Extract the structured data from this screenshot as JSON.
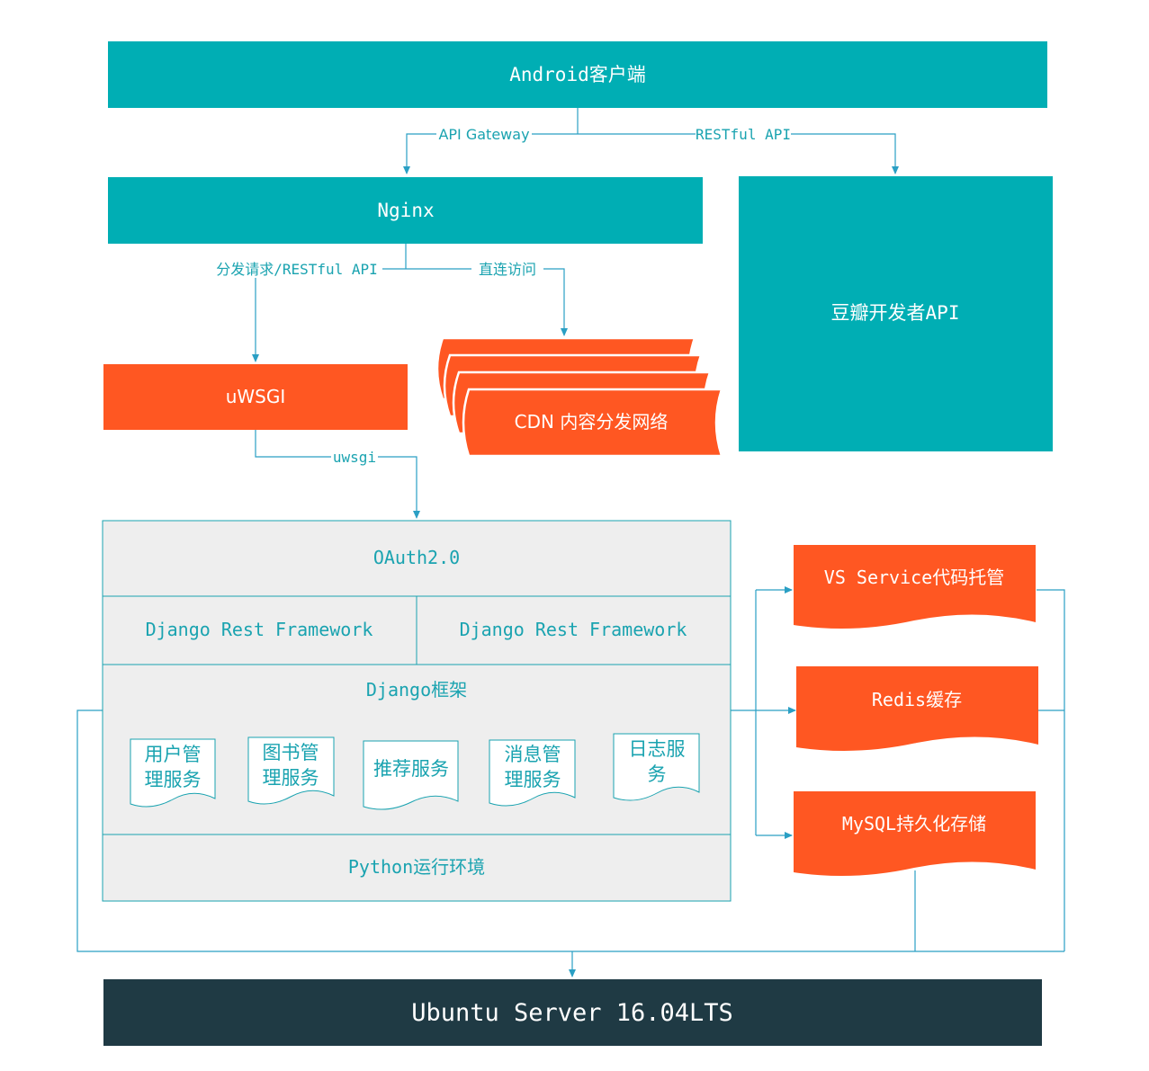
{
  "colors": {
    "teal": "#00aeb4",
    "orange": "#ff5722",
    "panel": "#eeeeee",
    "dark": "#1f3a44",
    "line": "#2a9fc4",
    "teal_text": "#1aa3b0"
  },
  "nodes": {
    "android": "Android客户端",
    "nginx": "Nginx",
    "douban": "豆瓣开发者API",
    "uwsgi": "uWSGI",
    "cdn": "CDN 内容分发网络",
    "oauth": "OAuth2.0",
    "drf_left": "Django Rest Framework",
    "drf_right": "Django Rest Framework",
    "django": "Django框架",
    "python": "Python运行环境",
    "vs": "VS Service代码托管",
    "redis": "Redis缓存",
    "mysql": "MySQL持久化存储",
    "ubuntu": "Ubuntu Server 16.04LTS"
  },
  "services": [
    {
      "line1": "用户管",
      "line2": "理服务"
    },
    {
      "line1": "图书管",
      "line2": "理服务"
    },
    {
      "line1": "推荐服务",
      "line2": ""
    },
    {
      "line1": "消息管",
      "line2": "理服务"
    },
    {
      "line1": "日志服",
      "line2": "务"
    }
  ],
  "edges": {
    "api_gateway": "API Gateway",
    "restful_api": "RESTful API",
    "dispatch": "分发请求/RESTful API",
    "direct": "直连访问",
    "uwsgi_proto": "uwsgi"
  }
}
